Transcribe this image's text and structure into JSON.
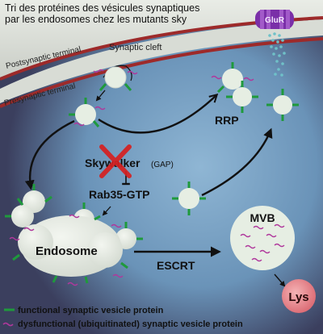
{
  "caption": {
    "line1": "Tri des protéines des vésicules synaptiques",
    "line2": "par les endosomes chez les mutants sky"
  },
  "labels": {
    "postsynaptic_terminal": "Postsynaptic terminal",
    "synaptic_cleft": "Synaptic cleft",
    "presynaptic_terminal": "Presynaptic terminal",
    "receptor": "GluR",
    "rrp": "RRP",
    "skywalker": "Skywalker",
    "skywalker_gap": "(GAP)",
    "rab35": "Rab35-GTP",
    "endosome": "Endosome",
    "escrt": "ESCRT",
    "mvb": "MVB",
    "lys": "Lys"
  },
  "legend": {
    "functional": "functional synaptic vesicle protein",
    "dysfunctional": "dysfunctional (ubiquitinated) synaptic vesicle protein"
  },
  "colors": {
    "functional_protein": "#1f9a3c",
    "dysfunctional_protein": "#b0389c",
    "inhibition_cross": "#d62020",
    "receptor": "#7a2fa8",
    "lysosome": "#e07a80",
    "vesicle": "#e6eee3"
  }
}
